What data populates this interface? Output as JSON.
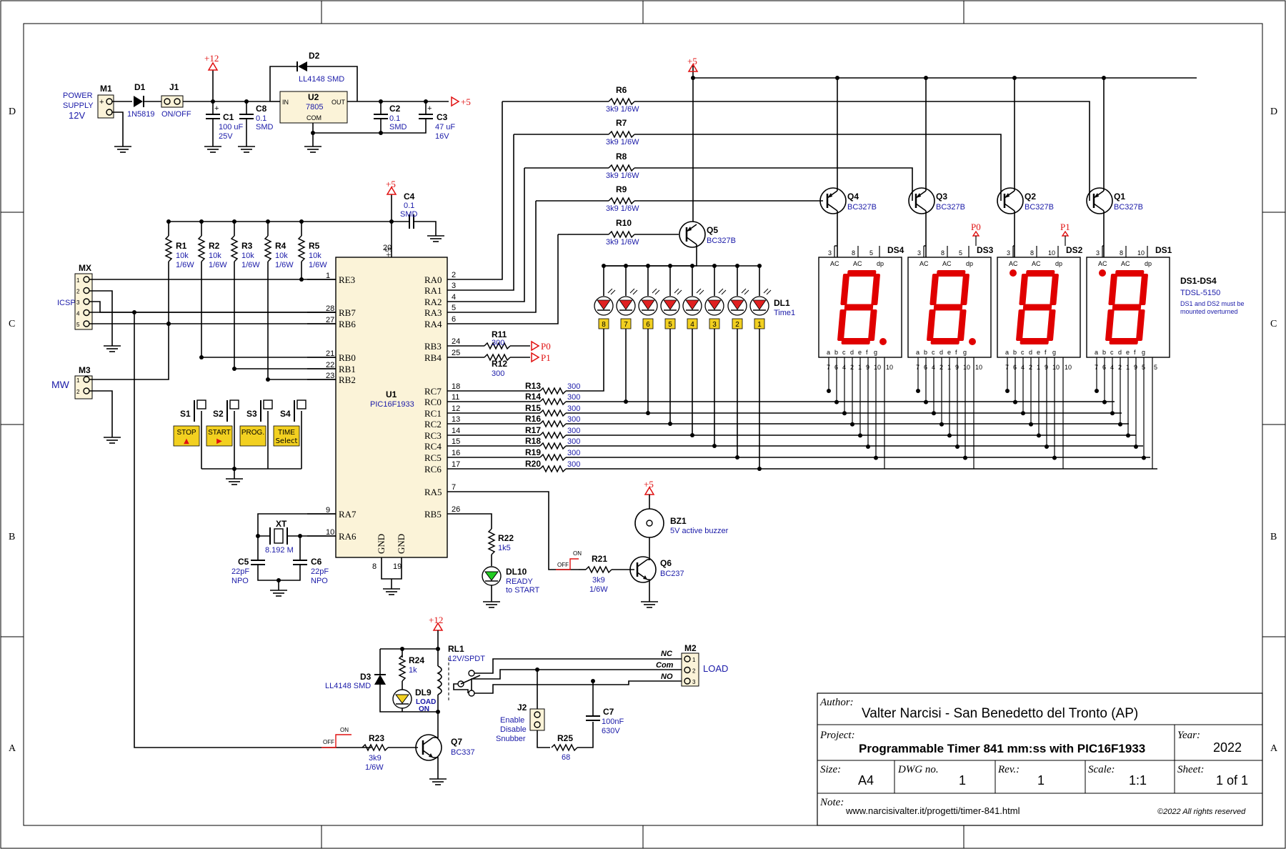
{
  "grid": {
    "cols_top": [
      "",
      "",
      "",
      ""
    ],
    "rows": [
      "D",
      "C",
      "B",
      "A"
    ]
  },
  "power": {
    "label1": "POWER",
    "label2": "SUPPLY",
    "label3": "12V",
    "m1": "M1",
    "d1": "D1",
    "d1_val": "1N5819",
    "j1": "J1",
    "j1_val": "ON/OFF",
    "c1": "C1",
    "c1_v1": "100 uF",
    "c1_v2": "25V",
    "c8": "C8",
    "c8_v1": "0.1",
    "c8_v2": "SMD",
    "u2": "U2",
    "u2_val": "7805",
    "u2_in": "IN",
    "u2_out": "OUT",
    "u2_com": "COM",
    "d2": "D2",
    "d2_val": "LL4148 SMD",
    "c2": "C2",
    "c2_v1": "0.1",
    "c2_v2": "SMD",
    "c3": "C3",
    "c3_v1": "47 uF",
    "c3_v2": "16V",
    "p12": "+12",
    "p5": "+5"
  },
  "mcu": {
    "ref": "U1",
    "part": "PIC16F1933",
    "left_pins": [
      {
        "num": "1",
        "name": "RE3"
      },
      {
        "num": "28",
        "name": "RB7"
      },
      {
        "num": "27",
        "name": "RB6"
      },
      {
        "num": "21",
        "name": "RB0"
      },
      {
        "num": "22",
        "name": "RB1"
      },
      {
        "num": "23",
        "name": "RB2"
      },
      {
        "num": "9",
        "name": "RA7"
      },
      {
        "num": "10",
        "name": "RA6"
      }
    ],
    "right_pins": [
      {
        "num": "2",
        "name": "RA0"
      },
      {
        "num": "3",
        "name": "RA1"
      },
      {
        "num": "4",
        "name": "RA2"
      },
      {
        "num": "5",
        "name": "RA3"
      },
      {
        "num": "6",
        "name": "RA4"
      },
      {
        "num": "24",
        "name": "RB3"
      },
      {
        "num": "25",
        "name": "RB4"
      },
      {
        "num": "18",
        "name": "RC7"
      },
      {
        "num": "11",
        "name": "RC0"
      },
      {
        "num": "12",
        "name": "RC1"
      },
      {
        "num": "13",
        "name": "RC2"
      },
      {
        "num": "14",
        "name": "RC3"
      },
      {
        "num": "15",
        "name": "RC4"
      },
      {
        "num": "16",
        "name": "RC5"
      },
      {
        "num": "17",
        "name": "RC6"
      },
      {
        "num": "7",
        "name": "RA5"
      },
      {
        "num": "26",
        "name": "RB5"
      }
    ],
    "top_pin": "20",
    "top_name": "+5",
    "gnd1": "8",
    "gnd2": "19",
    "gnd_name": "GND"
  },
  "pullups": [
    {
      "ref": "R1",
      "v1": "10k",
      "v2": "1/6W"
    },
    {
      "ref": "R2",
      "v1": "10k",
      "v2": "1/6W"
    },
    {
      "ref": "R3",
      "v1": "10k",
      "v2": "1/6W"
    },
    {
      "ref": "R4",
      "v1": "10k",
      "v2": "1/6W"
    },
    {
      "ref": "R5",
      "v1": "10k",
      "v2": "1/6W"
    }
  ],
  "c4": {
    "ref": "C4",
    "v1": "0.1",
    "v2": "SMD",
    "p5": "+5"
  },
  "icsp": {
    "ref": "MX",
    "label": "ICSP",
    "pins": [
      "1",
      "2",
      "3",
      "4",
      "5"
    ]
  },
  "mw": {
    "ref": "M3",
    "label": "MW",
    "pins": [
      "1",
      "2"
    ]
  },
  "switches": [
    {
      "ref": "S1",
      "label": "STOP",
      "sym": "▲"
    },
    {
      "ref": "S2",
      "label": "START",
      "sym": "▶"
    },
    {
      "ref": "S3",
      "label": "PROG.",
      "sym": ""
    },
    {
      "ref": "S4",
      "label": "TIME",
      "sym": "Select"
    }
  ],
  "crystal": {
    "ref": "XT",
    "val": "8.192 M",
    "c5": "C5",
    "c5_v1": "22pF",
    "c5_v2": "NPO",
    "c6": "C6",
    "c6_v1": "22pF",
    "c6_v2": "NPO"
  },
  "base_res": [
    {
      "ref": "R6",
      "val": "3k9  1/6W"
    },
    {
      "ref": "R7",
      "val": "3k9  1/6W"
    },
    {
      "ref": "R8",
      "val": "3k9  1/6W"
    },
    {
      "ref": "R9",
      "val": "3k9  1/6W"
    },
    {
      "ref": "R10",
      "val": "3k9  1/6W"
    }
  ],
  "transistors": [
    {
      "ref": "Q4",
      "val": "BC327B"
    },
    {
      "ref": "Q3",
      "val": "BC327B"
    },
    {
      "ref": "Q2",
      "val": "BC327B"
    },
    {
      "ref": "Q1",
      "val": "BC327B"
    },
    {
      "ref": "Q5",
      "val": "BC327B"
    }
  ],
  "p_res": [
    {
      "ref": "R11",
      "val": "300",
      "out": "P0"
    },
    {
      "ref": "R12",
      "val": "300",
      "out": "P1"
    }
  ],
  "seg_res": [
    {
      "ref": "R13",
      "val": "300"
    },
    {
      "ref": "R14",
      "val": "300"
    },
    {
      "ref": "R15",
      "val": "300"
    },
    {
      "ref": "R16",
      "val": "300"
    },
    {
      "ref": "R17",
      "val": "300"
    },
    {
      "ref": "R18",
      "val": "300"
    },
    {
      "ref": "R19",
      "val": "300"
    },
    {
      "ref": "R20",
      "val": "300"
    }
  ],
  "leds": {
    "ref": "DL1",
    "val": "Time1",
    "nums": [
      "8",
      "7",
      "6",
      "5",
      "4",
      "3",
      "2",
      "1"
    ]
  },
  "displays": [
    {
      "ref": "DS4",
      "pins_top": [
        "3",
        "8",
        "5"
      ],
      "dp_ext": ""
    },
    {
      "ref": "DS3",
      "pins_top": [
        "3",
        "8",
        "5"
      ],
      "dp_ext": "P0"
    },
    {
      "ref": "DS2",
      "pins_top": [
        "3",
        "8",
        "10"
      ],
      "dp_ext": "P1"
    },
    {
      "ref": "DS1",
      "pins_top": [
        "3",
        "8",
        "10"
      ],
      "dp_ext": ""
    }
  ],
  "disp_labels": {
    "ac": "AC",
    "dp": "dp",
    "segs": [
      "a",
      "b",
      "c",
      "d",
      "e",
      "f",
      "g"
    ],
    "pins_bot": [
      "7",
      "6",
      "4",
      "2",
      "1",
      "9",
      "10"
    ],
    "pins_bot1": [
      "7",
      "6",
      "4",
      "2",
      "1",
      "9",
      "5"
    ]
  },
  "disp_note": {
    "title": "DS1-DS4",
    "part": "TDSL-5150",
    "n1": "DS1 and DS2 must be",
    "n2": "mounted overturned"
  },
  "buzzer": {
    "ref": "BZ1",
    "val": "5V active buzzer",
    "p5": "+5",
    "r21": "R21",
    "r21_v1": "3k9",
    "r21_v2": "1/6W",
    "q6": "Q6",
    "q6_val": "BC237",
    "on": "ON",
    "off": "OFF"
  },
  "ready": {
    "r22": "R22",
    "r22_val": "1k5",
    "dl10": "DL10",
    "v1": "READY",
    "v2": "to START"
  },
  "relay": {
    "p12": "+12",
    "rl1": "RL1",
    "rl1_val": "12V/SPDT",
    "d3": "D3",
    "d3_val": "LL4148 SMD",
    "r24": "R24",
    "r24_val": "1k",
    "dl9": "DL9",
    "dl9_v1": "LOAD",
    "dl9_v2": "ON",
    "m2": "M2",
    "nc": "NC",
    "com": "Com",
    "no": "NO",
    "load": "LOAD",
    "pins": [
      "1",
      "2",
      "3"
    ],
    "j2": "J2",
    "j2_v1": "Enable",
    "j2_v2": "Disable",
    "j2_v3": "Snubber",
    "c7": "C7",
    "c7_v1": "100nF",
    "c7_v2": "630V",
    "r25": "R25",
    "r25_val": "68",
    "r23": "R23",
    "r23_v1": "3k9",
    "r23_v2": "1/6W",
    "q7": "Q7",
    "q7_val": "BC337",
    "on": "ON",
    "off": "OFF"
  },
  "titleblock": {
    "author_lbl": "Author:",
    "author": "Valter Narcisi - San Benedetto del Tronto (AP)",
    "project_lbl": "Project:",
    "project": "Programmable Timer 841 mm:ss with PIC16F1933",
    "year_lbl": "Year:",
    "year": "2022",
    "size_lbl": "Size:",
    "size": "A4",
    "dwg_lbl": "DWG no.",
    "dwg": "1",
    "rev_lbl": "Rev.:",
    "rev": "1",
    "scale_lbl": "Scale:",
    "scale": "1:1",
    "sheet_lbl": "Sheet:",
    "sheet": "1 of 1",
    "note_lbl": "Note:",
    "note": "www.narcisivalter.it/progetti/timer-841.html",
    "copy": "©2022 All rights reserved"
  }
}
